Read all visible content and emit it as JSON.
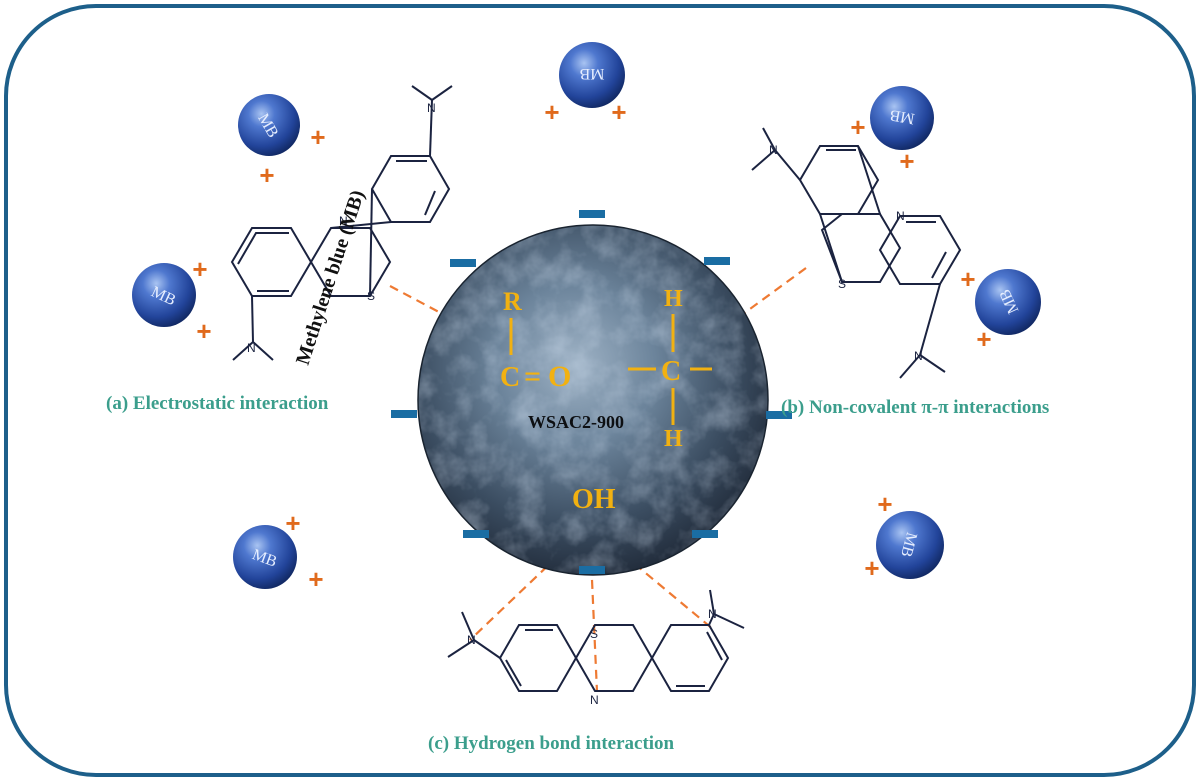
{
  "center": {
    "name": "WSAC2-900",
    "groups": {
      "carbonyl_r": "R",
      "carbonyl_c": "C",
      "carbonyl_eq": "=",
      "carbonyl_o": "O",
      "ch_top": "H",
      "ch_c": "C",
      "ch_bottom": "H",
      "hydroxyl": "OH"
    }
  },
  "labels": {
    "electrostatic": "(a) Electrostatic interaction",
    "pi_pi": "(b) Non-covalent π-π interactions",
    "hydrogen_bond": "(c) Hydrogen bond interaction",
    "methylene_blue": "Methylene blue (MB)"
  },
  "molecule_atoms": {
    "nitrogen": "N",
    "sulfur": "S"
  },
  "mb_spheres": [
    {
      "label": "MB"
    },
    {
      "label": "MB"
    },
    {
      "label": "MB"
    },
    {
      "label": "MB"
    },
    {
      "label": "MB"
    },
    {
      "label": "MB"
    },
    {
      "label": "MB"
    }
  ],
  "charges": {
    "positive": "+",
    "negative": "−"
  },
  "colors": {
    "frame": "#1d5f8a",
    "label_teal": "#3b9e8c",
    "functional_group_gold": "#f2b111",
    "plus_orange": "#e06a1c",
    "minus_blue": "#1a6da3",
    "sphere_blue": "#2a52a8",
    "dash_orange": "#ee7a33"
  }
}
